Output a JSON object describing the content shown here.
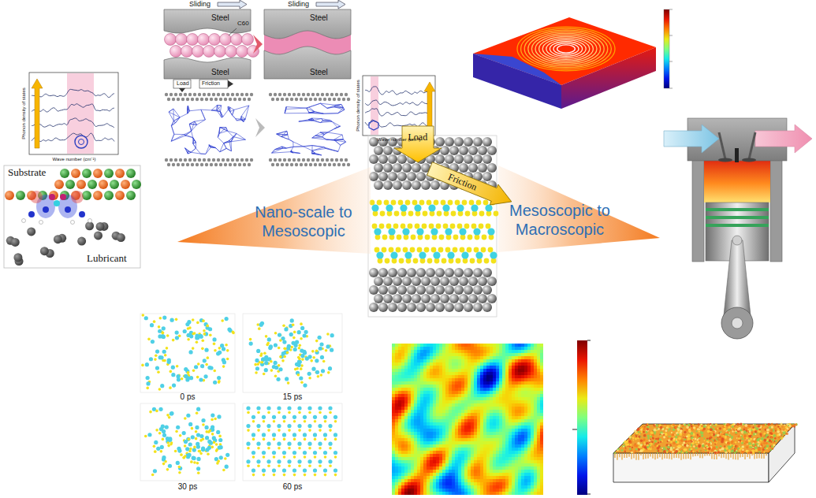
{
  "diagram": {
    "nodes": [
      {
        "text": [
          "Nano-scale to Mesoscopic"
        ]
      },
      {
        "text": [
          "Mesoscopic to Macroscopic"
        ]
      },
      {
        "text": [
          "Load"
        ]
      },
      {
        "text": [
          "Friction"
        ]
      }
    ],
    "labels": [
      "Sliding",
      "Steel",
      "C60",
      "Steel",
      "Sliding",
      "Steel",
      "Steel",
      "Phonon density of states",
      "Wave number (cm⁻¹)",
      "Phonon density of states",
      "Wave number (cm⁻¹)",
      "Load",
      "Friction",
      "Substrate",
      "Lubricant",
      "0 ps",
      "15 ps",
      "30 ps",
      "60 ps"
    ]
  }
}
